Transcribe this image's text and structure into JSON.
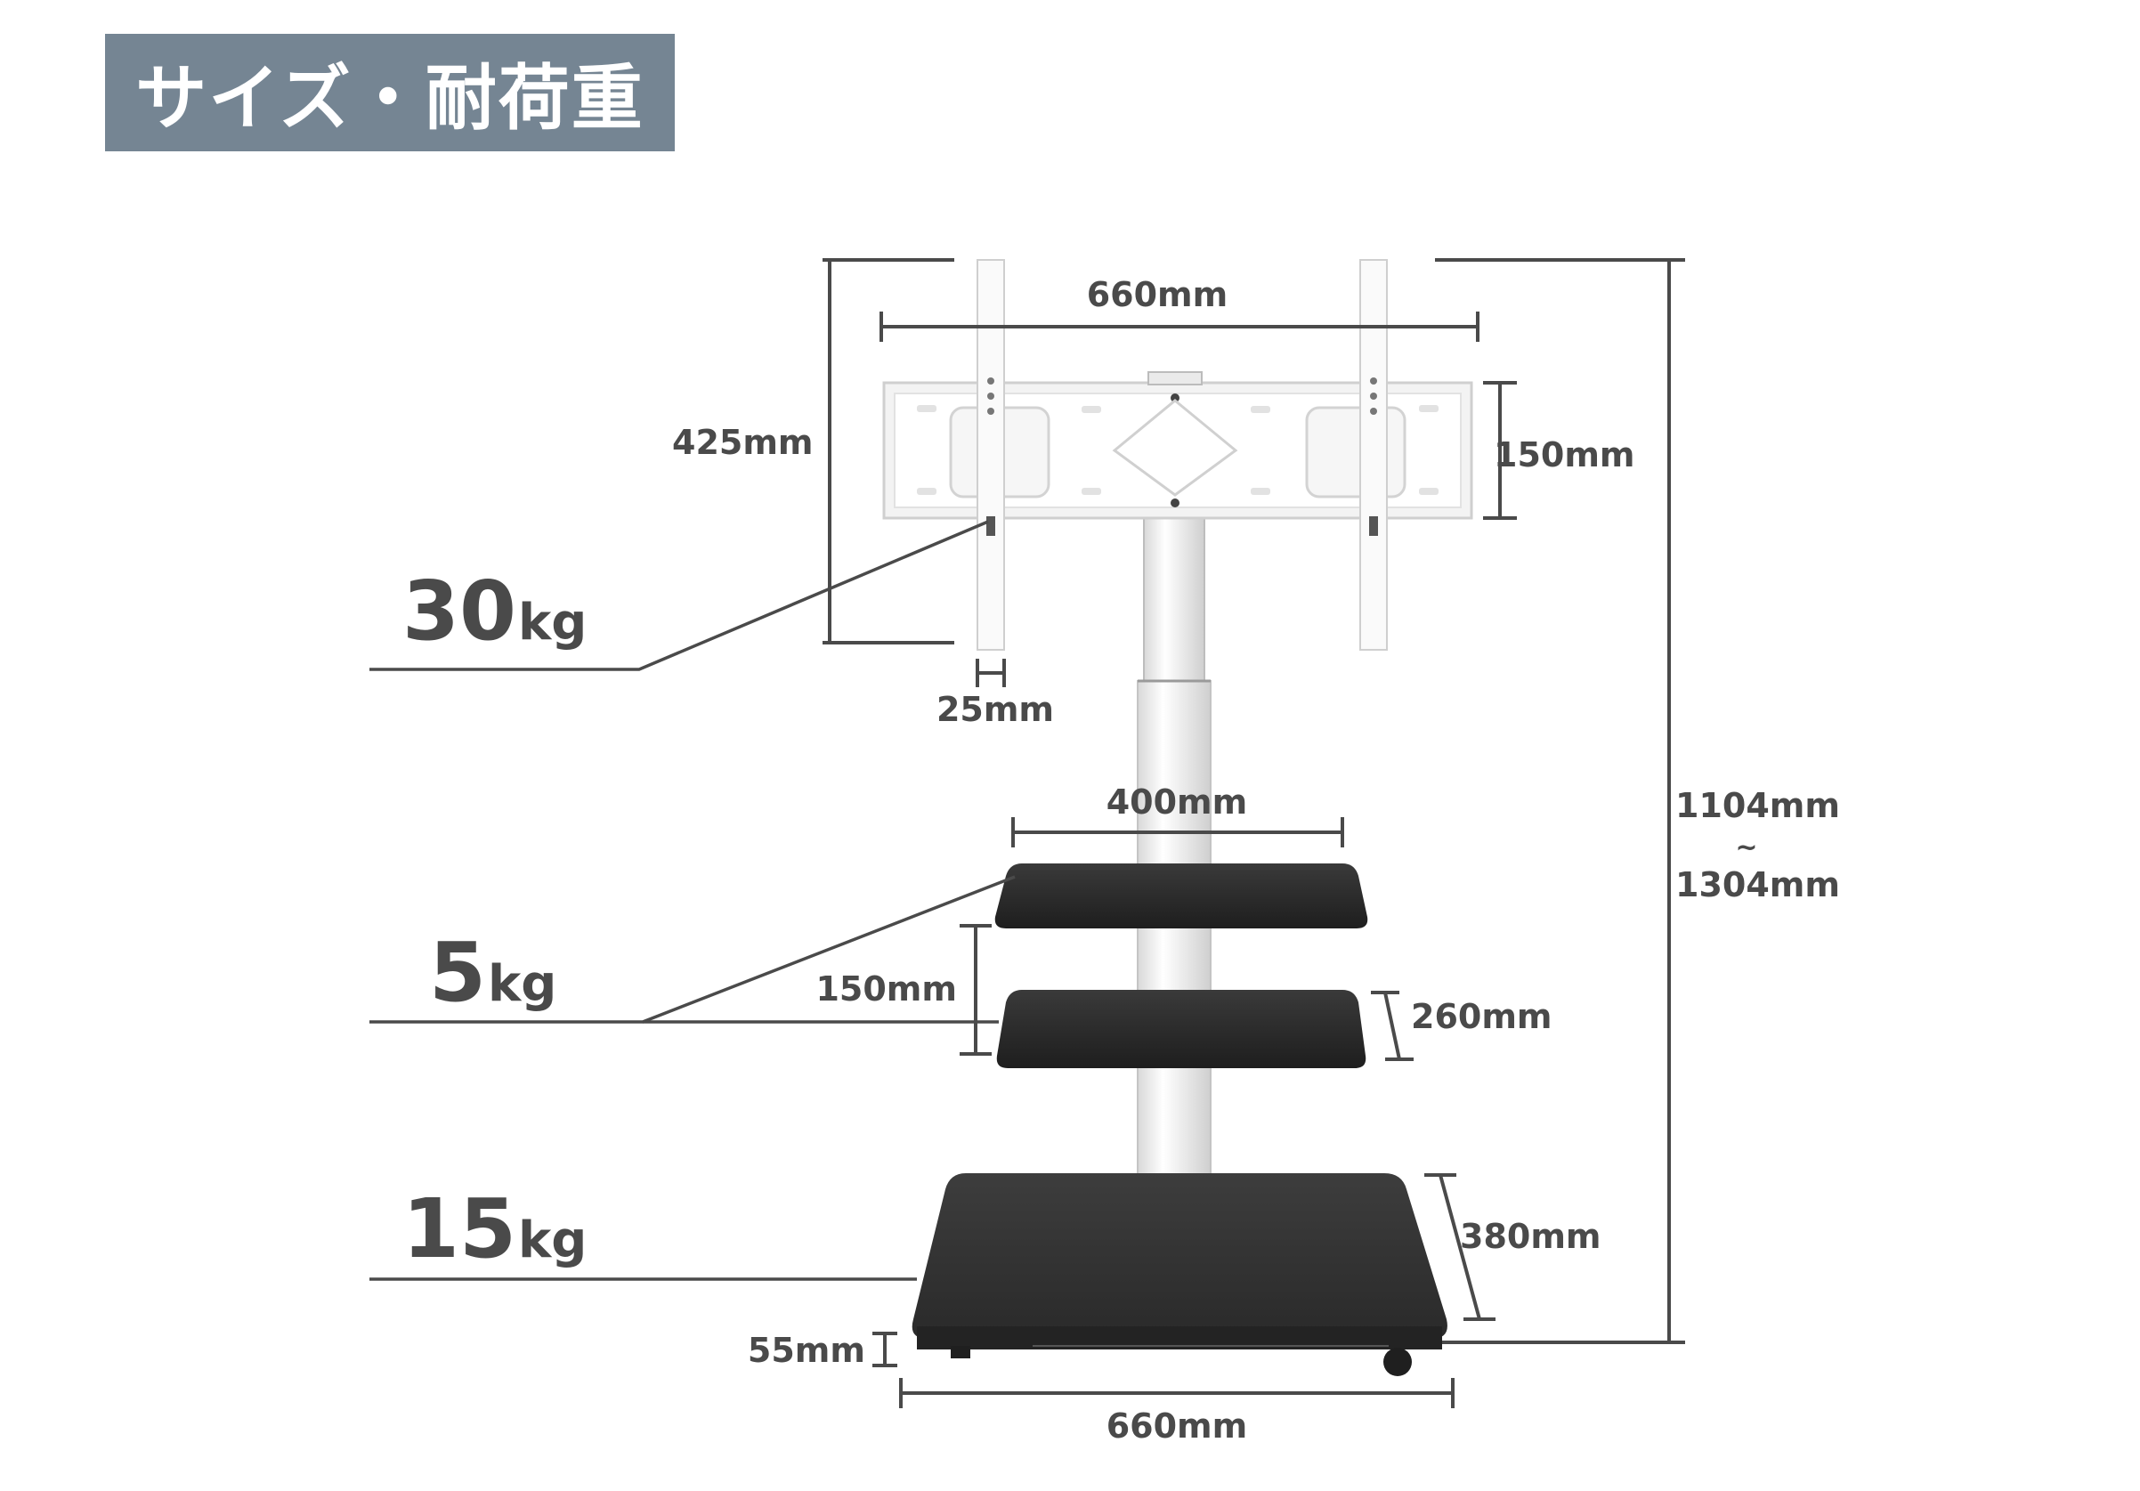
{
  "title": "サイズ・耐荷重",
  "loads": [
    {
      "num": "30",
      "unit": "kg"
    },
    {
      "num": "5",
      "unit": "kg"
    },
    {
      "num": "15",
      "unit": "kg"
    }
  ],
  "dimensions": {
    "mount_width": "660mm",
    "mount_height": "425mm",
    "bracket_height": "150mm",
    "arm_width": "25mm",
    "shelf_width": "400mm",
    "shelf_gap": "150mm",
    "shelf_depth": "260mm",
    "total_height_min": "1104mm",
    "total_height_sep": "~",
    "total_height_max": "1304mm",
    "base_depth": "380mm",
    "base_height": "55mm",
    "base_width": "660mm"
  },
  "colors": {
    "title_bg": "#758593",
    "line": "#4a4a4a",
    "shelf": "#2f2f2f"
  }
}
